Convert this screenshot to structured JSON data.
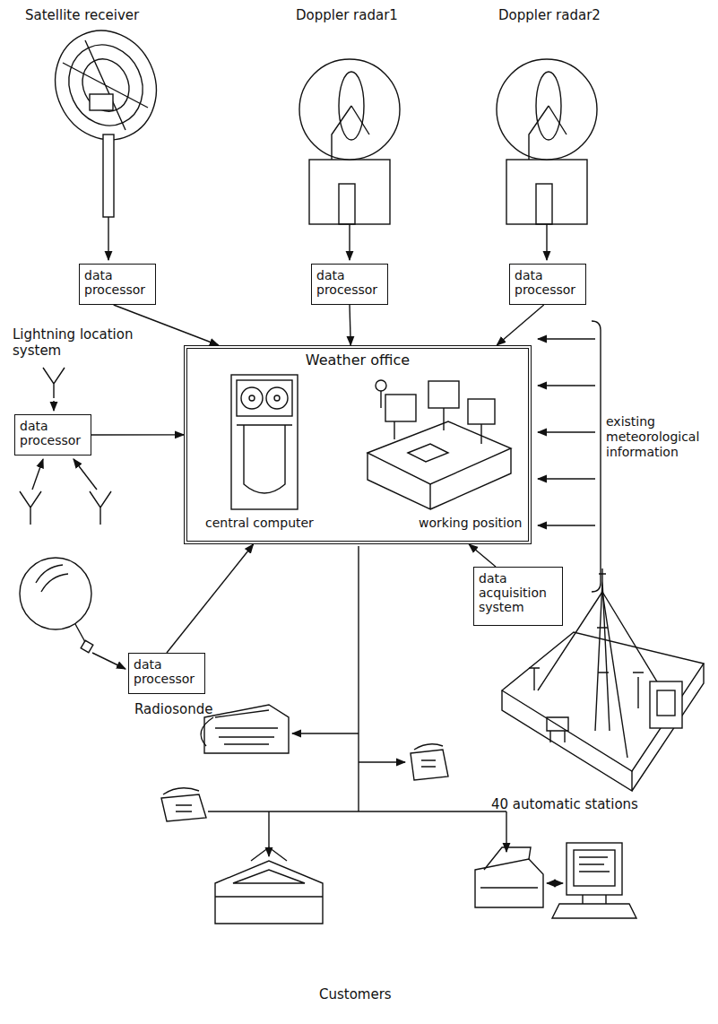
{
  "diagram": {
    "nodes": [
      {
        "text": [
          "data processor"
        ]
      },
      {
        "text": [
          "data processor"
        ]
      },
      {
        "text": [
          "data processor"
        ]
      },
      {
        "text": [
          "data processor"
        ]
      },
      {
        "text": [
          "Weather office",
          "central computer",
          "working position"
        ]
      },
      {
        "text": [
          "data acquisition system"
        ]
      },
      {
        "text": [
          "data processor"
        ]
      }
    ],
    "edges": [
      {
        "from": 0,
        "to": 4,
        "arrow": "to"
      },
      {
        "from": 1,
        "to": 4,
        "arrow": "to"
      },
      {
        "from": 2,
        "to": 4,
        "arrow": "to"
      },
      {
        "from": 3,
        "to": 4,
        "arrow": "to"
      },
      {
        "from": 5,
        "to": 4,
        "arrow": "to"
      },
      {
        "from": 6,
        "to": 4,
        "arrow": "to"
      }
    ],
    "labels": [
      "Satellite receiver",
      "Doppler radar1",
      "Doppler radar2",
      "Lightning location system",
      "existing meteorological information",
      "Radiosonde",
      "40 automatic stations",
      "Customers"
    ]
  }
}
